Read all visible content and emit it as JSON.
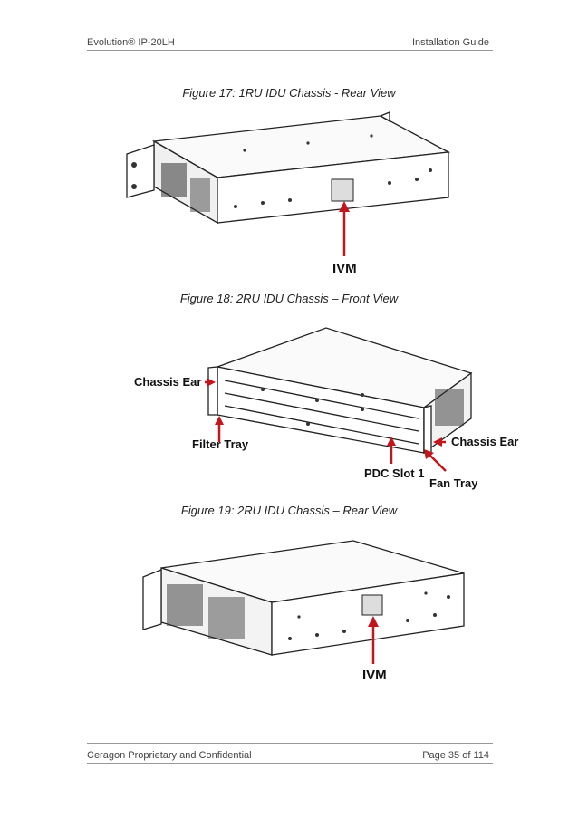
{
  "header": {
    "left": "Evolution® IP-20LH",
    "right": "Installation Guide"
  },
  "figures": [
    {
      "caption": "Figure 17: 1RU IDU Chassis - Rear View",
      "labels": {
        "ivm": "IVM"
      }
    },
    {
      "caption": "Figure 18: 2RU IDU Chassis – Front View",
      "labels": {
        "chassis_ear_left": "Chassis Ear",
        "filter_tray": "Filter Tray",
        "pdc_slot": "PDC Slot 1",
        "fan_tray": "Fan Tray",
        "chassis_ear_right": "Chassis Ear"
      }
    },
    {
      "caption": "Figure 19: 2RU IDU Chassis – Rear View",
      "labels": {
        "ivm": "IVM"
      }
    }
  ],
  "footer": {
    "left": "Ceragon Proprietary and Confidential",
    "right": "Page 35 of 114"
  },
  "colors": {
    "arrow": "#c0161c",
    "line": "#222222"
  }
}
